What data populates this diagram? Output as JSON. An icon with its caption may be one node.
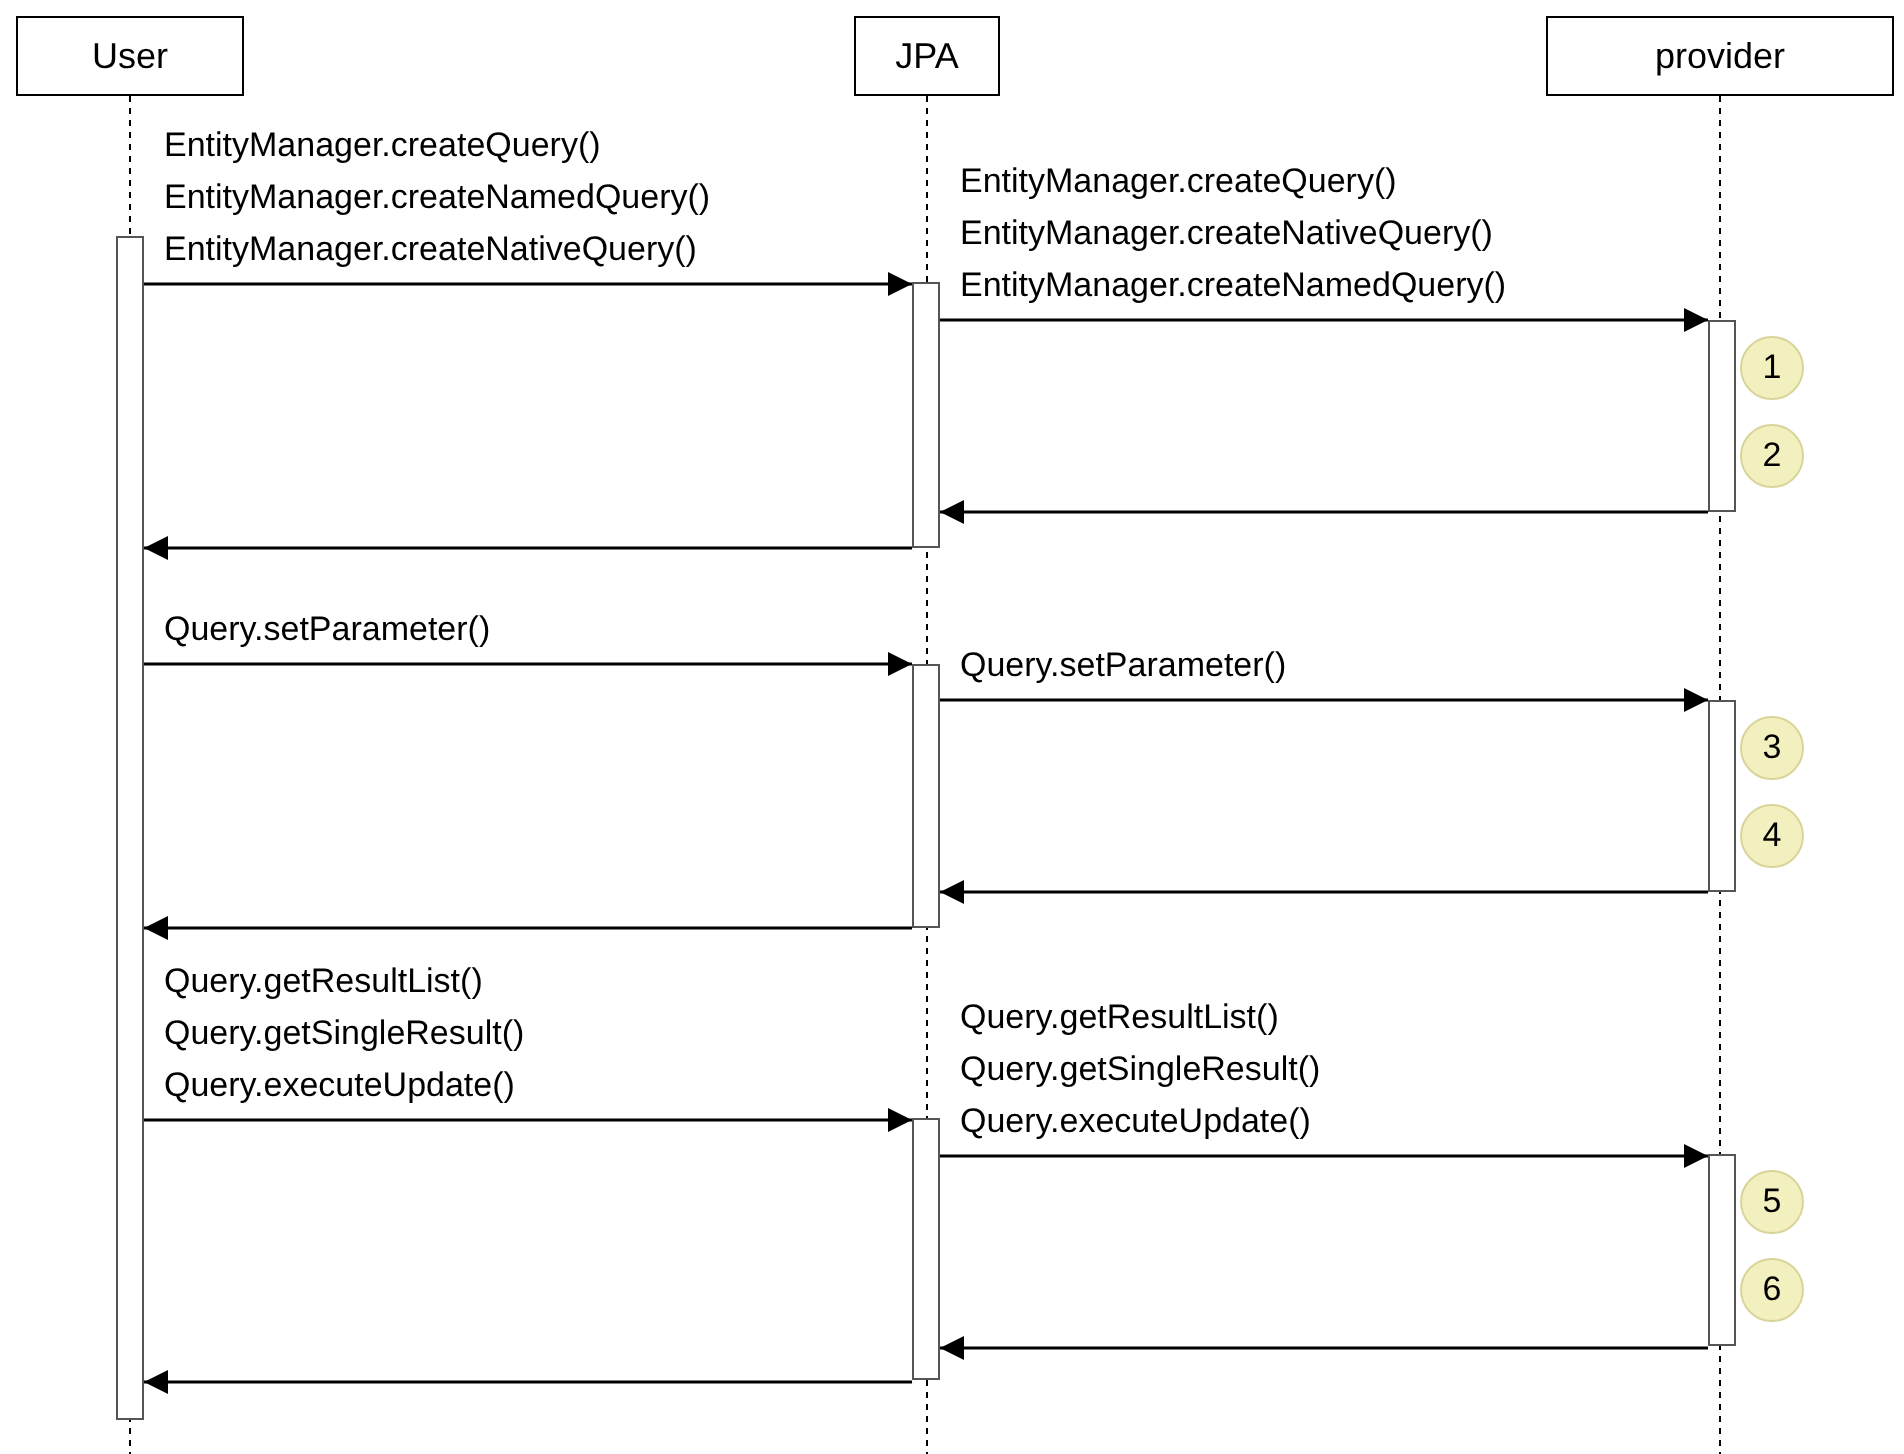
{
  "diagram": {
    "nodes": [
      {
        "text": [
          "User"
        ]
      },
      {
        "text": [
          "JPA"
        ]
      },
      {
        "text": [
          "provider"
        ]
      },
      {
        "text": [],
        "shape": "bar"
      },
      {
        "text": [],
        "shape": "bar"
      },
      {
        "text": [],
        "shape": "bar"
      },
      {
        "text": [],
        "shape": "bar"
      },
      {
        "text": [],
        "shape": "bar"
      },
      {
        "text": [],
        "shape": "bar"
      },
      {
        "text": [],
        "shape": "bar"
      },
      {
        "text": [
          "1"
        ]
      },
      {
        "text": [
          "2"
        ]
      },
      {
        "text": [
          "3"
        ]
      },
      {
        "text": [
          "4"
        ]
      },
      {
        "text": [
          "5"
        ]
      },
      {
        "text": [
          "6"
        ]
      }
    ],
    "edges": [
      {
        "from": 3,
        "to": 4,
        "arrow": "to",
        "label": "EntityManager.createQuery() EntityManager.createNamedQuery() EntityManager.createNativeQuery()"
      },
      {
        "from": 4,
        "to": 5,
        "arrow": "to",
        "label": "EntityManager.createQuery() EntityManager.createNativeQuery() EntityManager.createNamedQuery()"
      },
      {
        "from": 5,
        "to": 4,
        "arrow": "to"
      },
      {
        "from": 4,
        "to": 3,
        "arrow": "to"
      },
      {
        "from": 3,
        "to": 6,
        "arrow": "to",
        "label": "Query.setParameter()"
      },
      {
        "from": 6,
        "to": 7,
        "arrow": "to",
        "label": "Query.setParameter()"
      },
      {
        "from": 7,
        "to": 6,
        "arrow": "to"
      },
      {
        "from": 6,
        "to": 3,
        "arrow": "to"
      },
      {
        "from": 3,
        "to": 8,
        "arrow": "to",
        "label": "Query.getResultList() Query.getSingleResult() Query.executeUpdate()"
      },
      {
        "from": 8,
        "to": 9,
        "arrow": "to",
        "label": "Query.getResultList() Query.getSingleResult() Query.executeUpdate()"
      },
      {
        "from": 9,
        "to": 8,
        "arrow": "to"
      },
      {
        "from": 8,
        "to": 3,
        "arrow": "to"
      }
    ]
  }
}
